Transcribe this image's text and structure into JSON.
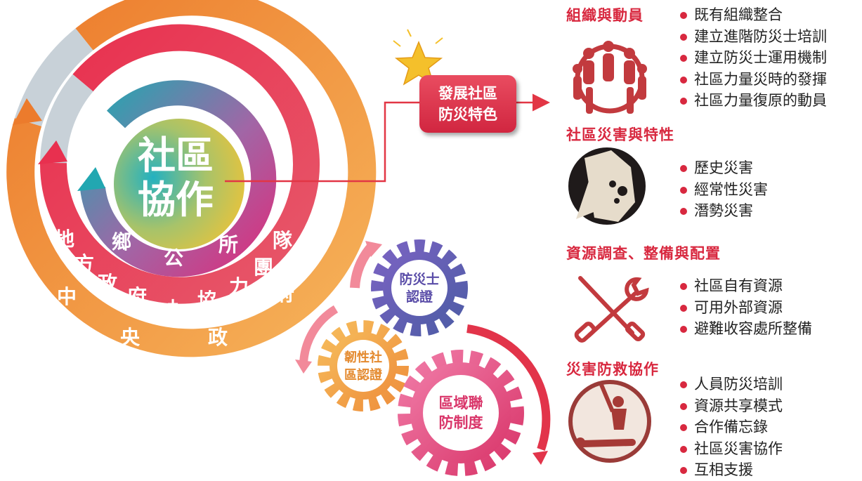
{
  "center": {
    "line1": "社區",
    "line2": "協作"
  },
  "rings": {
    "inner": [
      "鄉",
      "公",
      "所"
    ],
    "middle": [
      "地",
      "方",
      "政",
      "府",
      "+",
      "協",
      "力",
      "團",
      "隊"
    ],
    "outer": [
      "中",
      "央",
      "政",
      "府"
    ]
  },
  "feature": {
    "line1": "發展社區",
    "line2": "防災特色"
  },
  "gears": {
    "small": {
      "line1": "防災士",
      "line2": "認證"
    },
    "medium": {
      "line1": "韌性社",
      "line2": "區認證"
    },
    "large": {
      "line1": "區域聯",
      "line2": "防制度"
    }
  },
  "sections": [
    {
      "title": "組織與動員",
      "icon": "people-circle-icon",
      "items": [
        "既有組織整合",
        "建立進階防災士培訓",
        "建立防災士運用機制",
        "社區力量災時的發揮",
        "社區力量復原的動員"
      ]
    },
    {
      "title": "社區災害與特性",
      "icon": "landslide-icon",
      "items": [
        "歷史災害",
        "經常性災害",
        "潛勢災害"
      ]
    },
    {
      "title": "資源調查、整備與配置",
      "icon": "tools-icon",
      "items": [
        "社區自有資源",
        "可用外部資源",
        "避難收容處所整備"
      ]
    },
    {
      "title": "災害防救協作",
      "icon": "rescue-icon",
      "items": [
        "人員防災培訓",
        "資源共享模式",
        "合作備忘錄",
        "社區災害協作",
        "互相支援"
      ]
    }
  ],
  "colors": {
    "accent": "#d8283f",
    "outer_ring": "#f0a24a",
    "gray_ring": "#c6cfd6",
    "pink_ring": "#e5505f",
    "inner_ring": "#2da8b0",
    "gear_small": "#6a5ab0",
    "gear_medium": "#f2a94e",
    "gear_large": "#e8528a"
  }
}
